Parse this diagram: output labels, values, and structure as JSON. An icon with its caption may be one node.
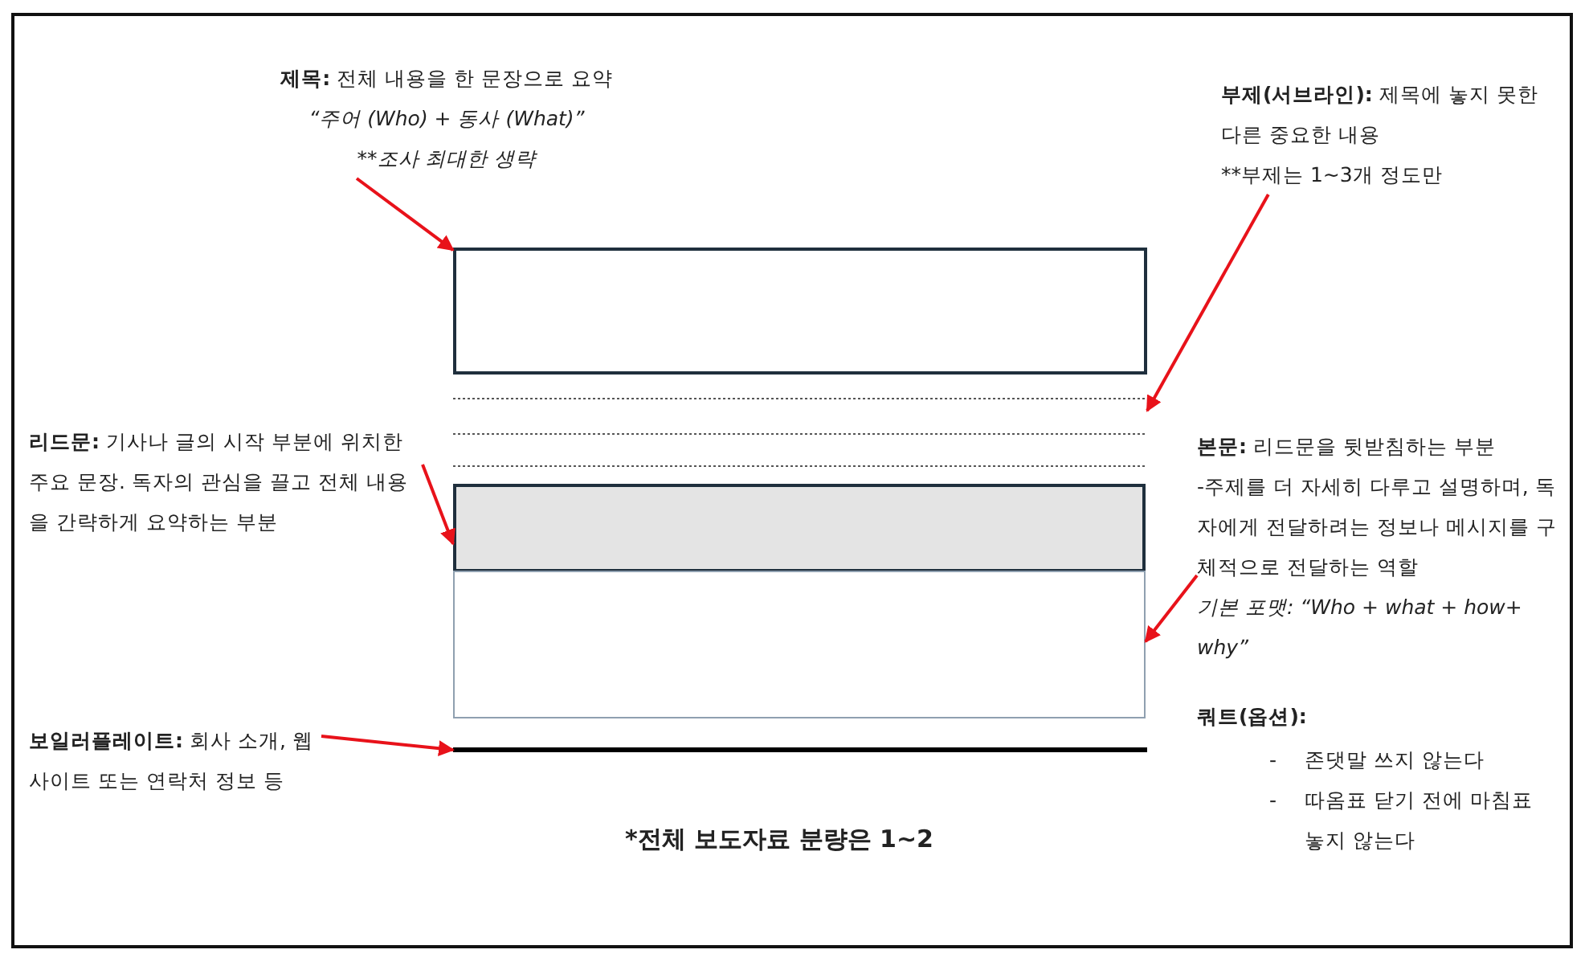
{
  "diagram": {
    "nodes": [
      {
        "text": [
          "**제목:** 전체 내용을 한 문장으로 요약",
          "“주어 (Who) + 동사 (What)”",
          "**조사 최대한 생략"
        ]
      },
      {
        "text": [
          "**부제(서브라인):** 제목에 놓지 못한 다른 중요한 내용",
          "**부제는 1~3개 정도만"
        ]
      },
      {
        "text": [
          "**리드문:** 기사나 글의 시작 부분에 위치한 주요 문장. 독자의 관심을 끌고 전체 내용을 간략하게 요약하는 부분"
        ]
      },
      {
        "text": [
          "**본문:** 리드문을 뒷받침하는 부분",
          "-주제를 더 자세히 다루고 설명하며, 독자에게 전달하려는 정보나 메시지를 구체적으로 전달하는 역할",
          "기본 포맷: “Who + what + how+ why”"
        ]
      },
      {
        "text": [
          "**보일러플레이트:** 회사 소개, 웹사이트 또는 연락처 정보 등"
        ]
      },
      {
        "text": [],
        "shape": "box"
      },
      {
        "text": [],
        "shape": "bar"
      },
      {
        "text": [],
        "shape": "box"
      },
      {
        "text": [],
        "shape": "box"
      },
      {
        "text": [],
        "shape": "bar"
      }
    ],
    "edges": [
      {
        "from": 0,
        "to": 5,
        "arrow": "to"
      },
      {
        "from": 1,
        "to": 6,
        "arrow": "to"
      },
      {
        "from": 2,
        "to": 7,
        "arrow": "to"
      },
      {
        "from": 3,
        "to": 8,
        "arrow": "to"
      },
      {
        "from": 4,
        "to": 9,
        "arrow": "to"
      }
    ],
    "labels": [
      "쿼트(옵션):",
      "-",
      "존댓말 쓰지 않는다",
      "-",
      "따옴표 닫기 전에 마침표 놓지 않는다",
      "*전체 보도자료 분량은 1~2"
    ]
  }
}
